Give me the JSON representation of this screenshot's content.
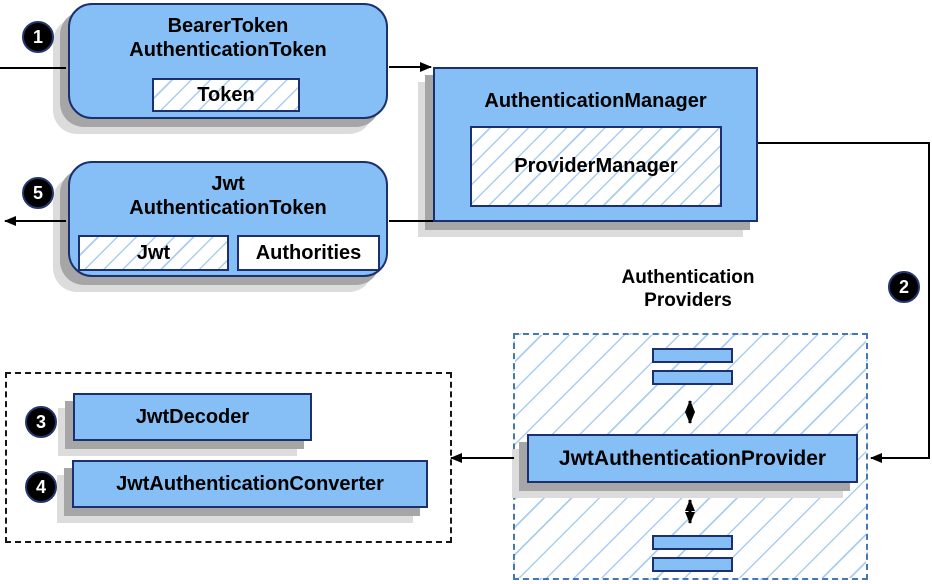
{
  "colors": {
    "node_fill": "#85bff5",
    "node_border": "#1c2f6e",
    "hatch": "#a9cdf0",
    "shadow_dark": "#a6a6a6",
    "shadow_light": "#dcdcdc",
    "dashed_blue": "#4576b5",
    "arrow": "#000000"
  },
  "badges": {
    "step1": "1",
    "step2": "2",
    "step3": "3",
    "step4": "4",
    "step5": "5"
  },
  "nodes": {
    "bearer_token": {
      "line1": "BearerToken",
      "line2": "AuthenticationToken",
      "field_token": "Token"
    },
    "authentication_manager": {
      "title": "AuthenticationManager",
      "inner": "ProviderManager"
    },
    "jwt_token": {
      "line1": "Jwt",
      "line2": "AuthenticationToken",
      "field_jwt": "Jwt",
      "field_authorities": "Authorities"
    },
    "jwt_decoder": {
      "title": "JwtDecoder"
    },
    "jwt_authentication_converter": {
      "title": "JwtAuthenticationConverter"
    },
    "jwt_authentication_provider": {
      "title": "JwtAuthenticationProvider"
    },
    "providers_group": {
      "label_line1": "Authentication",
      "label_line2": "Providers"
    }
  }
}
